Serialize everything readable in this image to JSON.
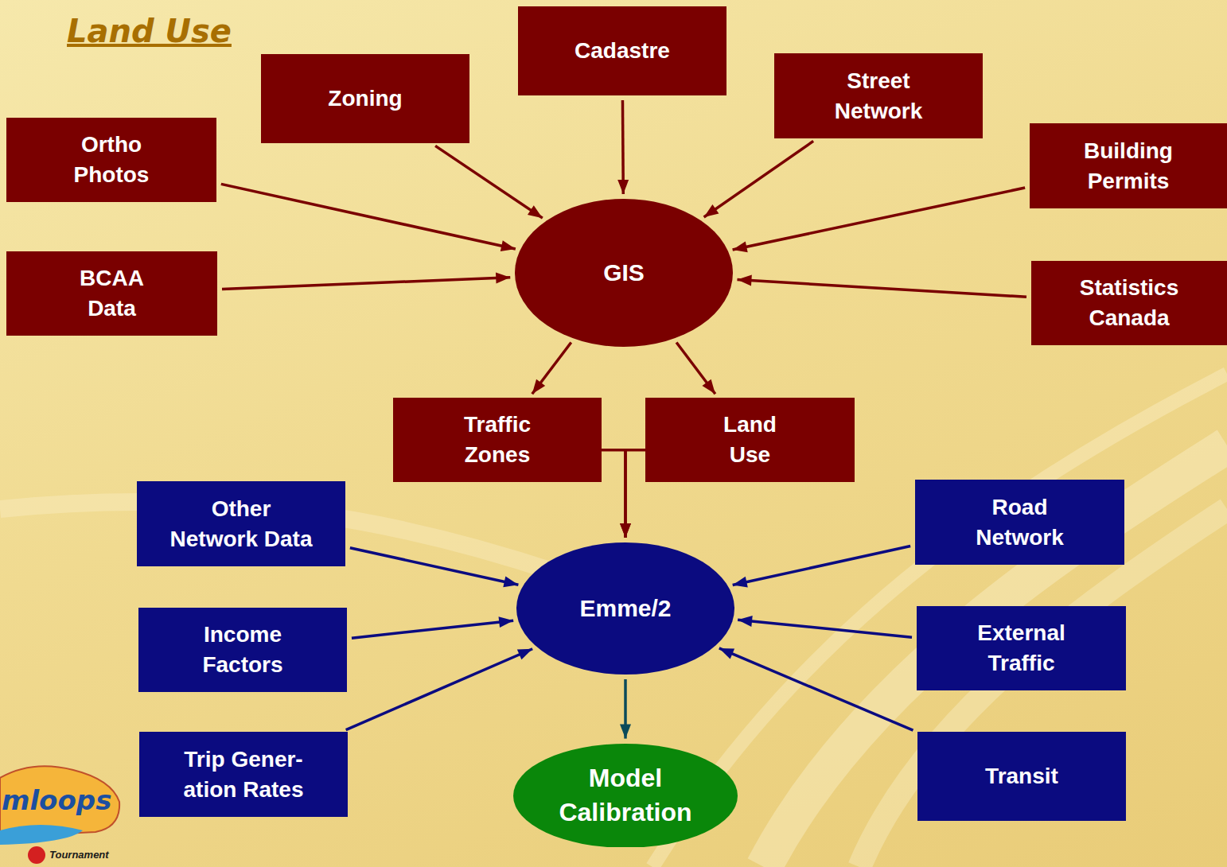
{
  "diagram": {
    "title": "Land Use",
    "nodes": [
      {
        "text": [
          "Cadastre"
        ]
      },
      {
        "text": [
          "Zoning"
        ]
      },
      {
        "text": [
          "Street Network"
        ]
      },
      {
        "text": [
          "Ortho Photos"
        ]
      },
      {
        "text": [
          "Building Permits"
        ]
      },
      {
        "text": [
          "GIS"
        ]
      },
      {
        "text": [
          "BCAA Data"
        ]
      },
      {
        "text": [
          "Statistics Canada"
        ]
      },
      {
        "text": [
          "Traffic Zones"
        ]
      },
      {
        "text": [
          "Land Use"
        ]
      },
      {
        "text": [
          "Other Network Data"
        ]
      },
      {
        "text": [
          "Road Network"
        ]
      },
      {
        "text": [
          "Emme/2"
        ]
      },
      {
        "text": [
          "Income Factors"
        ]
      },
      {
        "text": [
          "External Traffic"
        ]
      },
      {
        "text": [
          "Trip Gener- ation Rates"
        ]
      },
      {
        "text": [
          "Transit"
        ]
      },
      {
        "text": [
          "Model Calibration"
        ]
      }
    ],
    "edges": [
      {
        "from": 0,
        "to": 5,
        "arrow": "to"
      },
      {
        "from": 1,
        "to": 5,
        "arrow": "to"
      },
      {
        "from": 2,
        "to": 5,
        "arrow": "to"
      },
      {
        "from": 3,
        "to": 5,
        "arrow": "to"
      },
      {
        "from": 4,
        "to": 5,
        "arrow": "to"
      },
      {
        "from": 6,
        "to": 5,
        "arrow": "to"
      },
      {
        "from": 7,
        "to": 5,
        "arrow": "to"
      },
      {
        "from": 5,
        "to": 8,
        "arrow": "to"
      },
      {
        "from": 5,
        "to": 9,
        "arrow": "to"
      },
      {
        "from": 8,
        "to": 12,
        "arrow": "to"
      },
      {
        "from": 9,
        "to": 12,
        "arrow": "to"
      },
      {
        "from": 10,
        "to": 12,
        "arrow": "to"
      },
      {
        "from": 11,
        "to": 12,
        "arrow": "to"
      },
      {
        "from": 13,
        "to": 12,
        "arrow": "to"
      },
      {
        "from": 14,
        "to": 12,
        "arrow": "to"
      },
      {
        "from": 15,
        "to": 12,
        "arrow": "to"
      },
      {
        "from": 16,
        "to": 12,
        "arrow": "to"
      },
      {
        "from": 12,
        "to": 17,
        "arrow": "to"
      }
    ],
    "labels": [
      "mloops",
      "Tournament"
    ]
  }
}
